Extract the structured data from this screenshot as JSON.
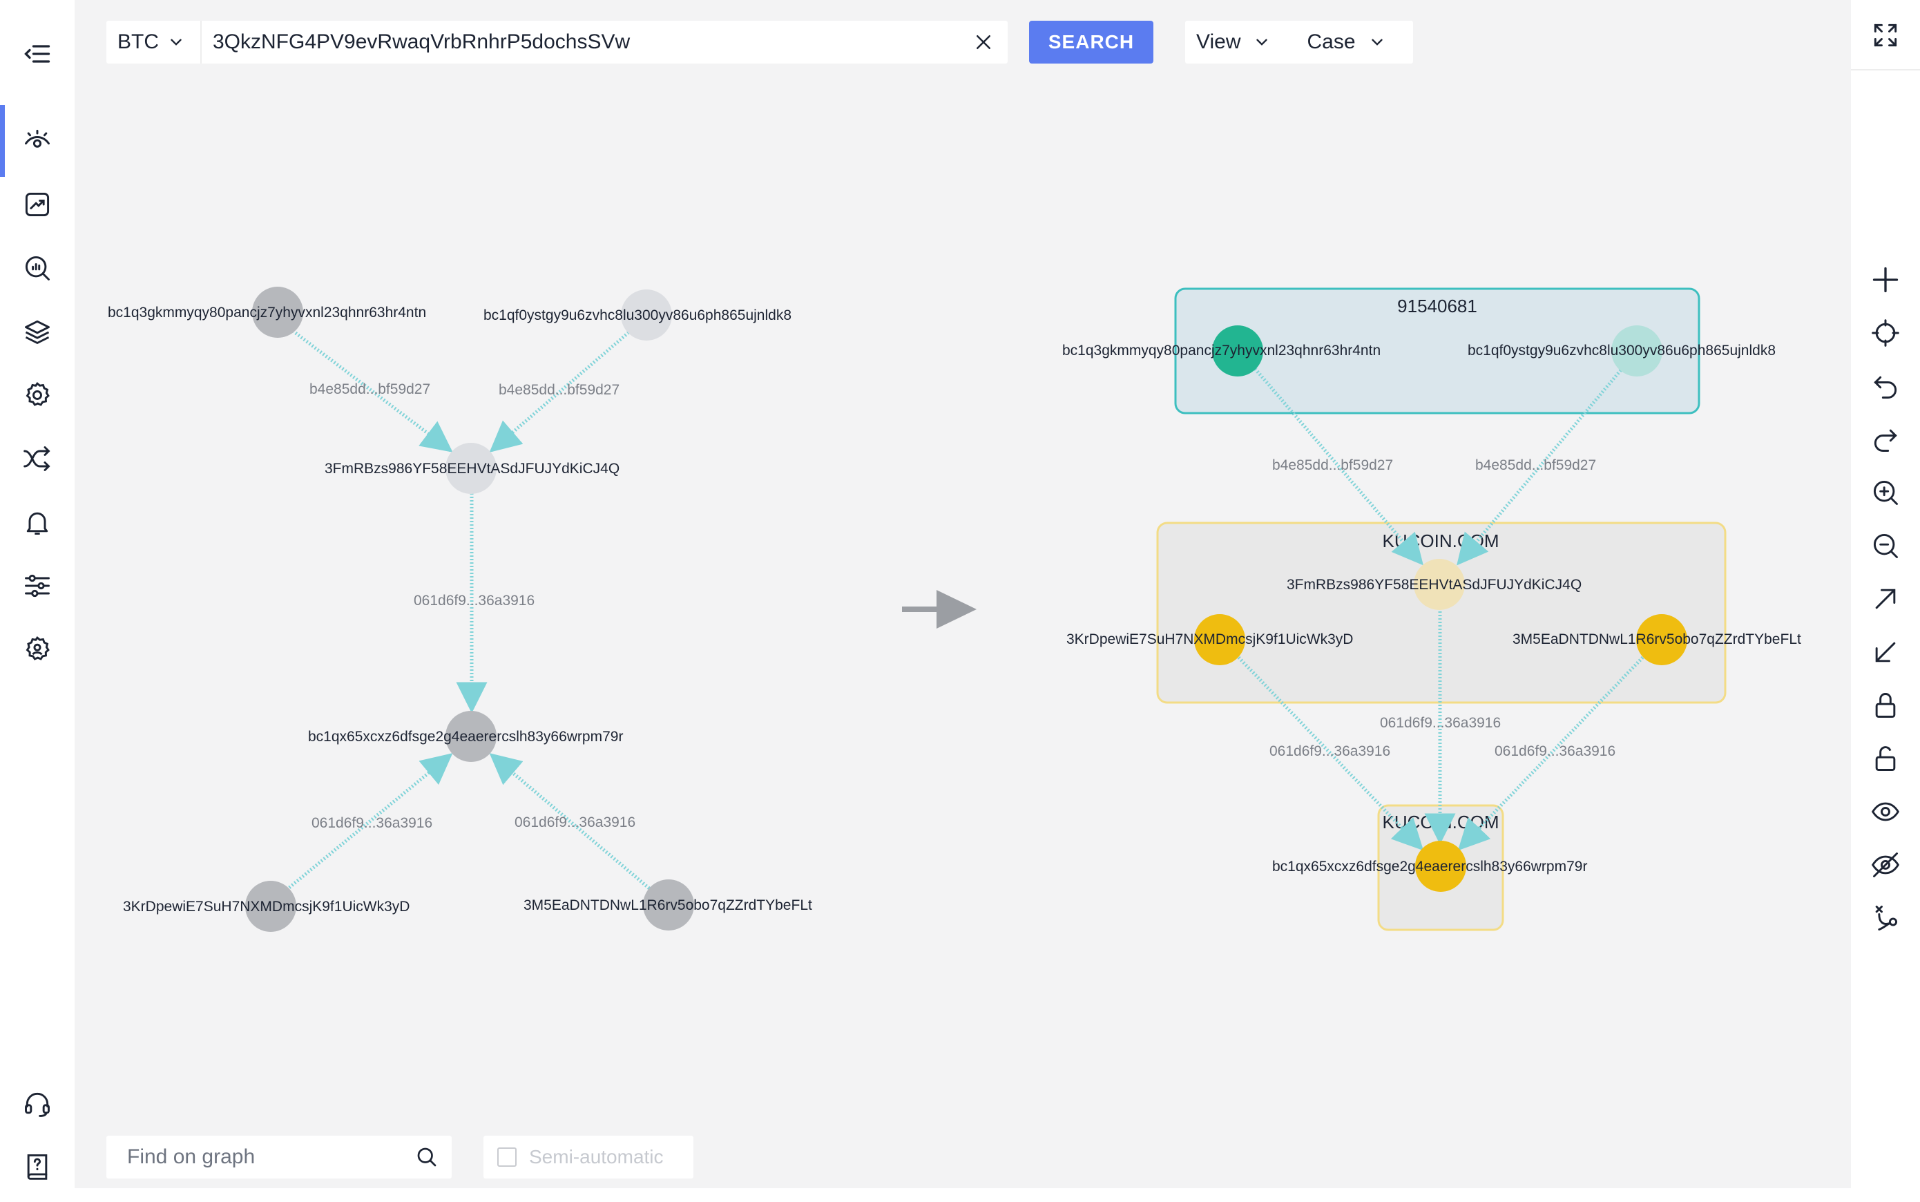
{
  "toolbar": {
    "coin": "BTC",
    "search_value": "3QkzNFG4PV9evRwaqVrbRnhrP5dochsSVw",
    "search_label": "SEARCH",
    "view_label": "View",
    "case_label": "Case"
  },
  "bottom": {
    "find_placeholder": "Find on graph",
    "semi_label": "Semi-automatic"
  },
  "left_graph": {
    "nodes": [
      {
        "id": "a",
        "label": "bc1q3gkmmyqy80pancjz7yhyvxnl23qhnr63hr4ntn"
      },
      {
        "id": "b",
        "label": "bc1qf0ystgy9u6zvhc8lu300yv86u6ph865ujnldk8"
      },
      {
        "id": "c",
        "label": "3FmRBzs986YF58EEHVtASdJFUJYdKiCJ4Q"
      },
      {
        "id": "d",
        "label": "bc1qx65xcxz6dfsge2g4eaerercslh83y66wrpm79r"
      },
      {
        "id": "e",
        "label": "3KrDpewiE7SuH7NXMDmcsjK9f1UicWk3yD"
      },
      {
        "id": "f",
        "label": "3M5EaDNTDNwL1R6rv5obo7qZZrdTYbeFLt"
      }
    ],
    "edges": [
      {
        "label": "b4e85dd...bf59d27"
      },
      {
        "label": "b4e85dd...bf59d27"
      },
      {
        "label": "061d6f9...36a3916"
      },
      {
        "label": "061d6f9...36a3916"
      },
      {
        "label": "061d6f9...36a3916"
      }
    ]
  },
  "right_graph": {
    "clusters": [
      {
        "label": "91540681"
      },
      {
        "label": "KUCOIN.COM"
      },
      {
        "label": "KUCOIN.COM"
      }
    ],
    "nodes": [
      {
        "label": "bc1q3gkmmyqy80pancjz7yhyvxnl23qhnr63hr4ntn"
      },
      {
        "label": "bc1qf0ystgy9u6zvhc8lu300yv86u6ph865ujnldk8"
      },
      {
        "label": "3FmRBzs986YF58EEHVtASdJFUJYdKiCJ4Q"
      },
      {
        "label": "3KrDpewiE7SuH7NXMDmcsjK9f1UicWk3yD"
      },
      {
        "label": "3M5EaDNTDNwL1R6rv5obo7qZZrdTYbeFLt"
      },
      {
        "label": "bc1qx65xcxz6dfsge2g4eaerercslh83y66wrpm79r"
      }
    ],
    "edges": [
      {
        "label": "b4e85dd...bf59d27"
      },
      {
        "label": "b4e85dd...bf59d27"
      },
      {
        "label": "061d6f9...36a3916"
      },
      {
        "label": "061d6f9...36a3916"
      },
      {
        "label": "061d6f9...36a3916"
      }
    ]
  },
  "colors": {
    "accent": "#5b7cf0",
    "edge": "#7fd3d8",
    "node_gray": "#b6b8bc",
    "node_light": "#dcdee2",
    "node_green": "#22b591",
    "node_teal_light": "#b3e0db",
    "node_yellow": "#efbd10",
    "node_beige": "#f0e2b8"
  }
}
